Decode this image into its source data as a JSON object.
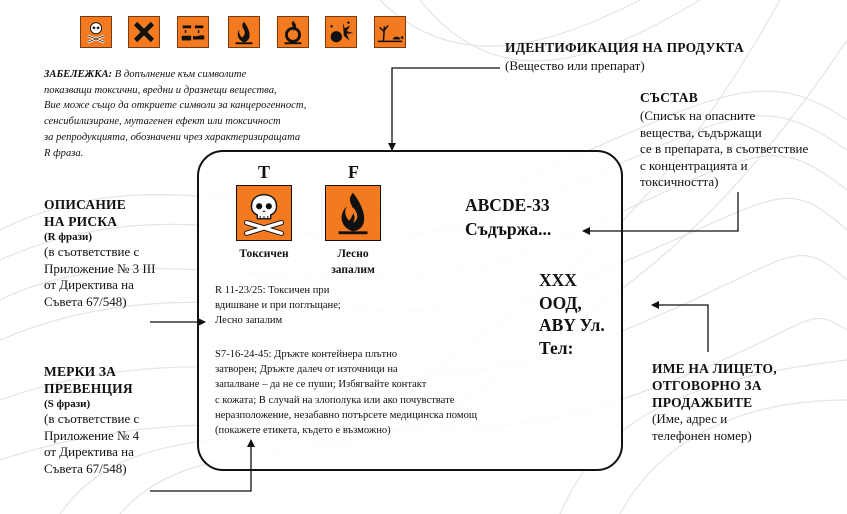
{
  "icons": [
    "skull-crossbones-icon",
    "harmful-x-icon",
    "corrosive-icon",
    "flame-icon",
    "oxidizer-icon",
    "explosive-icon",
    "environment-icon"
  ],
  "colors": {
    "hazard_orange": "#f47a20",
    "text": "#111111"
  },
  "note": {
    "lead": "ЗАБЕЛЕЖКА:",
    "lines": [
      "В допълнение към символите",
      "показващи токсични, вредни и дразнещи вещества,",
      "Вие може също да откриете символи за канцерогенност,",
      "сенсибилизиране, мутагенен ефект или токсичност",
      "за репродукцията, обозначени чрез характеризиращата",
      "R фраза."
    ]
  },
  "product_id": {
    "title": "ИДЕНТИФИКАЦИЯ НА ПРОДУКТА",
    "subtitle": "(Вещество или препарат)"
  },
  "composition": {
    "title": "СЪСТАВ",
    "lines": [
      "(Списък на опасните",
      "вещества, съдържащи",
      "се в препарата, в съответствие",
      "с концентрацията и",
      "токсичността)"
    ]
  },
  "risk": {
    "title_1": "ОПИСАНИЕ",
    "title_2": "НА РИСКА",
    "tag": "(R фрази)",
    "lines": [
      "(в съответствие с",
      "Приложение № 3 III",
      "от Директива на",
      "Съвета 67/548)"
    ]
  },
  "prevention": {
    "title_1": "МЕРКИ ЗА",
    "title_2": "ПРЕВЕНЦИЯ",
    "tag": "(S фрази)",
    "lines": [
      "(в съответствие с",
      "Приложение № 4",
      "от Директива на",
      "Съвета 67/548)"
    ]
  },
  "responsible": {
    "lines": [
      "ИМЕ НА ЛИЦЕТО,",
      "ОТГОВОРНО ЗА",
      "ПРОДАЖБИТЕ"
    ],
    "sub": [
      "(Име, адрес и",
      "телефонен номер)"
    ]
  },
  "label": {
    "symbol_t": {
      "letter": "T",
      "caption": "Токсичен",
      "icon": "skull-crossbones-icon"
    },
    "symbol_f": {
      "letter": "F",
      "caption_1": "Лесно",
      "caption_2": "запалим",
      "icon": "flame-icon"
    },
    "product_name": "ABCDE-33",
    "contains": "Съдържа...",
    "r_phrases": [
      "R 11-23/25: Токсичен при",
      "вдишване и при поглъщане;",
      "Лесно запалим"
    ],
    "s_phrases": [
      "S7-16-24-45: Дръжте контейнера плътно",
      "затворен; Дръжте далеч от източници на",
      "запалване – да не се пуши; Избягвайте контакт",
      "с кожата; В случай на злополука или ако почувствате",
      "неразположение, незабавно потърсете медицинска помощ",
      "(покажете етикета, където е възможно)"
    ],
    "company": [
      "XXX",
      "ООД,",
      "ABY Ул.",
      "Тел:"
    ]
  }
}
